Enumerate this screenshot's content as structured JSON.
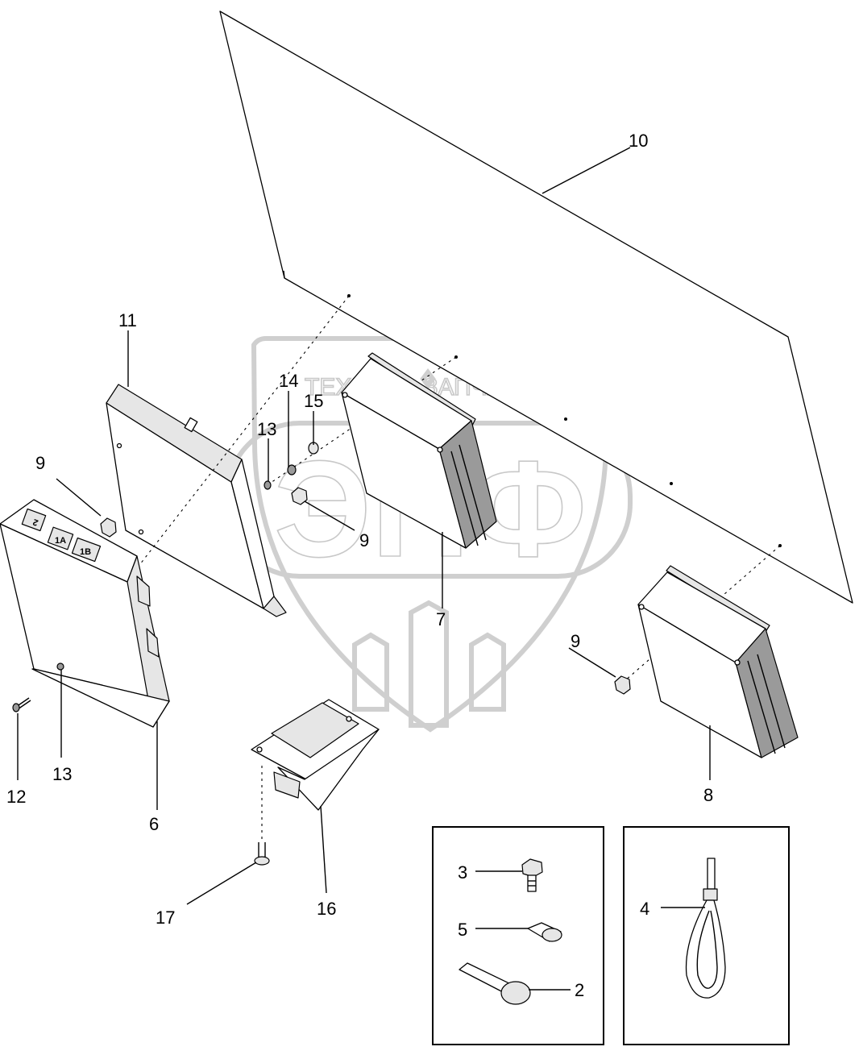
{
  "watermark": {
    "top_text": "ТЕХНИКА   ЗАПЧАСТИ",
    "logo_text": "ЭПФ"
  },
  "module_labels": [
    "2",
    "1A",
    "1B"
  ],
  "callouts": {
    "c10": "10",
    "c11": "11",
    "c14": "14",
    "c15": "15",
    "c13a": "13",
    "c9a": "9",
    "c9b": "9",
    "c7": "7",
    "c9c": "9",
    "c12": "12",
    "c13b": "13",
    "c6": "6",
    "c8": "8",
    "c16": "16",
    "c17": "17",
    "c3": "3",
    "c5": "5",
    "c2": "2",
    "c4": "4"
  }
}
